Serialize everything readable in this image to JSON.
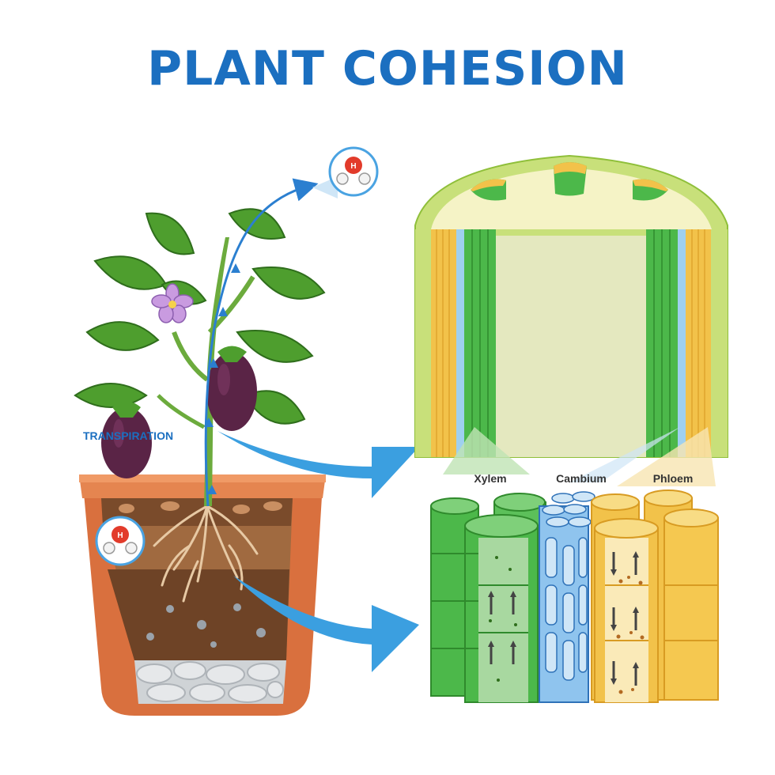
{
  "title": "PLANT COHESION",
  "labels": {
    "transpiration": "TRANSPIRATION",
    "xylem": "Xylem",
    "cambium": "Cambium",
    "phloem": "Phloem",
    "molecule_top": "H",
    "molecule_bottom": "H"
  },
  "colors": {
    "title": "#1b6fc0",
    "arrow": "#3b9fe0",
    "xylem": "#4cb84a",
    "cambium": "#7fb7e8",
    "phloem": "#f2c24a",
    "pot": "#d9703e",
    "soil": "#8b5a35",
    "leaf": "#4e9e2e",
    "eggplant": "#5a2446"
  },
  "icons": [
    "water-molecule-icon",
    "flower-icon",
    "eggplant-icon",
    "flow-arrow-icon"
  ]
}
